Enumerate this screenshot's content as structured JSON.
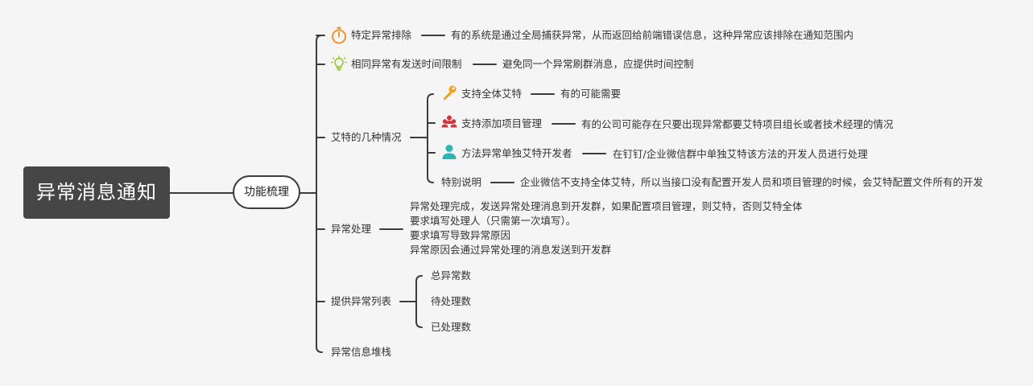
{
  "root": {
    "label": "异常消息通知"
  },
  "hub": {
    "label": "功能梳理"
  },
  "branches": [
    {
      "label": "特定异常排除",
      "icon": "stopwatch-icon",
      "note": "有的系统是通过全局捕获异常，从而返回给前端错误信息，这种异常应该排除在通知范围内"
    },
    {
      "label": "相同异常有发送时间限制",
      "icon": "lightbulb-icon",
      "note": "避免同一个异常刷群消息，应提供时间控制"
    },
    {
      "label": "艾特的几种情况",
      "children": [
        {
          "label": "支持全体艾特",
          "icon": "key-icon",
          "note": "有的可能需要"
        },
        {
          "label": "支持添加项目管理",
          "icon": "people-icon",
          "note": "有的公司可能存在只要出现异常都要艾特项目组长或者技术经理的情况"
        },
        {
          "label": "方法异常单独艾特开发者",
          "icon": "person-icon",
          "note": "在钉钉/企业微信群中单独艾特该方法的开发人员进行处理"
        },
        {
          "label": "特别说明",
          "note": "企业微信不支持全体艾特，所以当接口没有配置开发人员和项目管理的时候，会艾特配置文件所有的开发"
        }
      ]
    },
    {
      "label": "异常处理",
      "notes": [
        "异常处理完成，发送异常处理消息到开发群，如果配置项目管理，则艾特，否则艾特全体",
        "要求填写处理人（只需第一次填写）。",
        "要求填写导致异常原因",
        "异常原因会通过异常处理的消息发送到开发群"
      ]
    },
    {
      "label": "提供异常列表",
      "children": [
        {
          "label": "总异常数"
        },
        {
          "label": "待处理数"
        },
        {
          "label": "已处理数"
        }
      ]
    },
    {
      "label": "异常信息堆栈"
    }
  ],
  "colors": {
    "root_bg": "#464646",
    "line": "#3c3c3c",
    "stopwatch": "#f0922f",
    "lightbulb": "#8fc31f",
    "key": "#f0a321",
    "people": "#d0363a",
    "person": "#2cb5b5"
  }
}
